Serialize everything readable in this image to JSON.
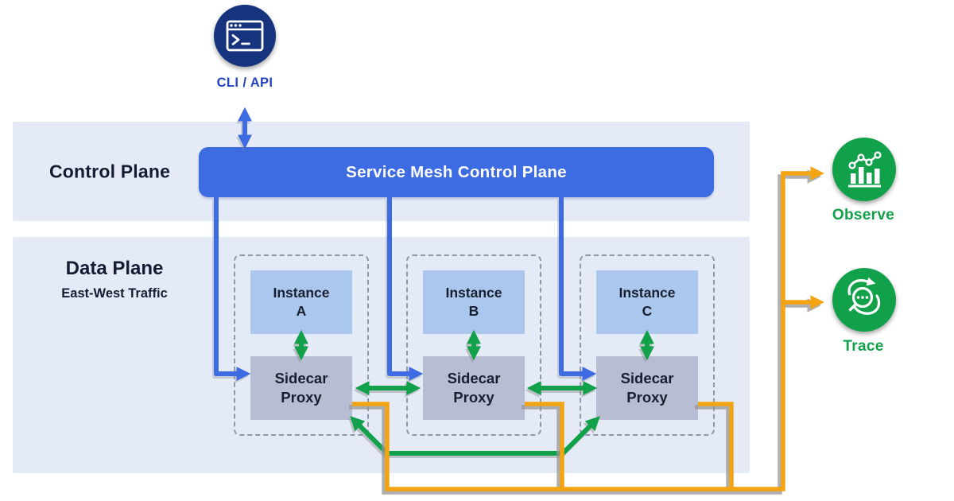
{
  "colors": {
    "panel_bg": "#e4ebf7",
    "accent_blue": "#3c6be2",
    "navy": "#16337e",
    "cli_label_blue": "#2343c3",
    "green": "#12a14b",
    "orange": "#f2a413",
    "instance_bg": "#abc7ee",
    "sidecar_bg": "#b7bed3",
    "text_dark": "#131c31"
  },
  "cli": {
    "label": "CLI / API"
  },
  "control_plane": {
    "title": "Control Plane",
    "bar_label": "Service Mesh Control Plane"
  },
  "data_plane": {
    "title": "Data Plane",
    "subtitle": "East-West Traffic"
  },
  "groups": [
    {
      "instance_line1": "Instance",
      "instance_line2": "A",
      "sidecar_line1": "Sidecar",
      "sidecar_line2": "Proxy"
    },
    {
      "instance_line1": "Instance",
      "instance_line2": "B",
      "sidecar_line1": "Sidecar",
      "sidecar_line2": "Proxy"
    },
    {
      "instance_line1": "Instance",
      "instance_line2": "C",
      "sidecar_line1": "Sidecar",
      "sidecar_line2": "Proxy"
    }
  ],
  "observability": {
    "observe_label": "Observe",
    "trace_label": "Trace"
  }
}
